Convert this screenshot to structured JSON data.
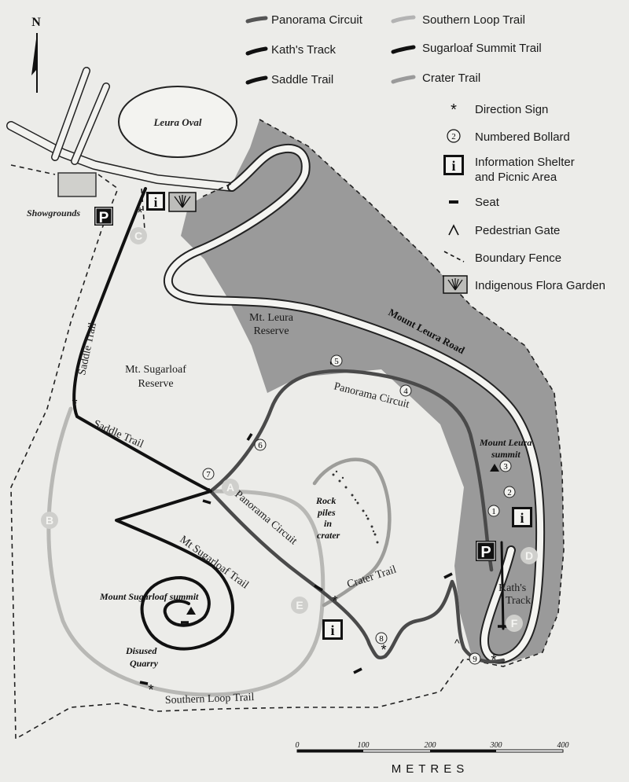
{
  "north_label": "N",
  "legend": {
    "trails": [
      {
        "label": "Panorama Circuit",
        "color": "#555555"
      },
      {
        "label": "Kath's Track",
        "color": "#111111"
      },
      {
        "label": "Saddle Trail",
        "color": "#111111"
      },
      {
        "label": "Southern Loop Trail",
        "color": "#b3b3b3"
      },
      {
        "label": "Sugarloaf Summit Trail",
        "color": "#111111"
      },
      {
        "label": "Crater Trail",
        "color": "#9a9a9a"
      }
    ],
    "direction_sign": "Direction Sign",
    "numbered_bollard": "Numbered Bollard",
    "bollard_example": "2",
    "info_line1": "Information Shelter",
    "info_line2": "and Picnic Area",
    "seat": "Seat",
    "pedestrian_gate": "Pedestrian Gate",
    "boundary_fence": "Boundary Fence",
    "flora_garden": "Indigenous Flora Garden"
  },
  "places": {
    "leura_oval": "Leura Oval",
    "showgrounds": "Showgrounds",
    "mt_leura_reserve_1": "Mt. Leura",
    "mt_leura_reserve_2": "Reserve",
    "mt_sugarloaf_reserve_1": "Mt. Sugarloaf",
    "mt_sugarloaf_reserve_2": "Reserve",
    "mount_leura_road": "Mount Leura Road",
    "mount_leura_summit_1": "Mount Leura",
    "mount_leura_summit_2": "summit",
    "mount_sugarloaf_summit": "Mount Sugarloaf summit",
    "disused_quarry_1": "Disused",
    "disused_quarry_2": "Quarry",
    "rock_piles_1": "Rock",
    "rock_piles_2": "piles",
    "rock_piles_3": "in",
    "rock_piles_4": "crater"
  },
  "trail_labels": {
    "saddle_trail_upper": "Saddle Trail",
    "saddle_trail_lower": "Saddle Trail",
    "panorama_upper": "Panorama Circuit",
    "panorama_lower": "Panorama Circuit",
    "sugarloaf_trail": "Mt Sugarloaf Trail",
    "crater_trail": "Crater Trail",
    "kaths_track_1": "Kath's",
    "kaths_track_2": "Track",
    "southern_loop": "Southern Loop Trail"
  },
  "bollards": [
    "1",
    "2",
    "3",
    "4",
    "5",
    "6",
    "7",
    "8",
    "9"
  ],
  "points": [
    "A",
    "B",
    "C",
    "D",
    "E",
    "F"
  ],
  "parking_label": "P",
  "info_label": "i",
  "scale": {
    "ticks": [
      "0",
      "100",
      "200",
      "300",
      "400"
    ],
    "unit": "METRES"
  }
}
